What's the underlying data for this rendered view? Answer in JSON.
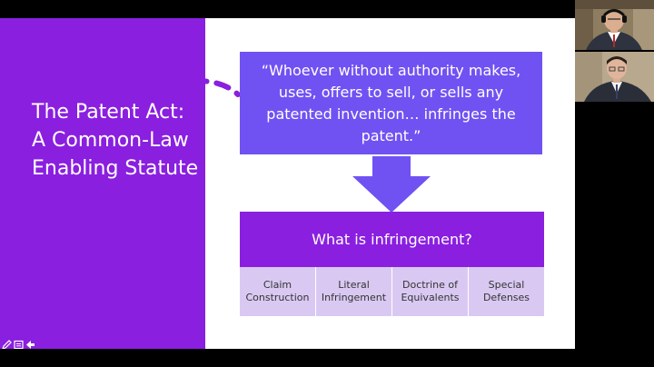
{
  "slide": {
    "title": "The Patent Act: A Common-Law Enabling Statute",
    "quote": "“Whoever without authority makes, uses, offers to sell, or sells any patented invention… infringes the patent.”",
    "question": "What is infringement?",
    "categories": [
      {
        "line1": "Claim",
        "line2": "Construction"
      },
      {
        "line1": "Literal",
        "line2": "Infringement"
      },
      {
        "line1": "Doctrine of",
        "line2": "Equivalents"
      },
      {
        "line1": "Special",
        "line2": "Defenses"
      }
    ]
  },
  "colors": {
    "accent_purple": "#8a1fe0",
    "quote_purple": "#7052f2",
    "category_bg": "#d9c9f2"
  },
  "icons": [
    "pen-icon",
    "note-icon",
    "pointer-icon"
  ]
}
